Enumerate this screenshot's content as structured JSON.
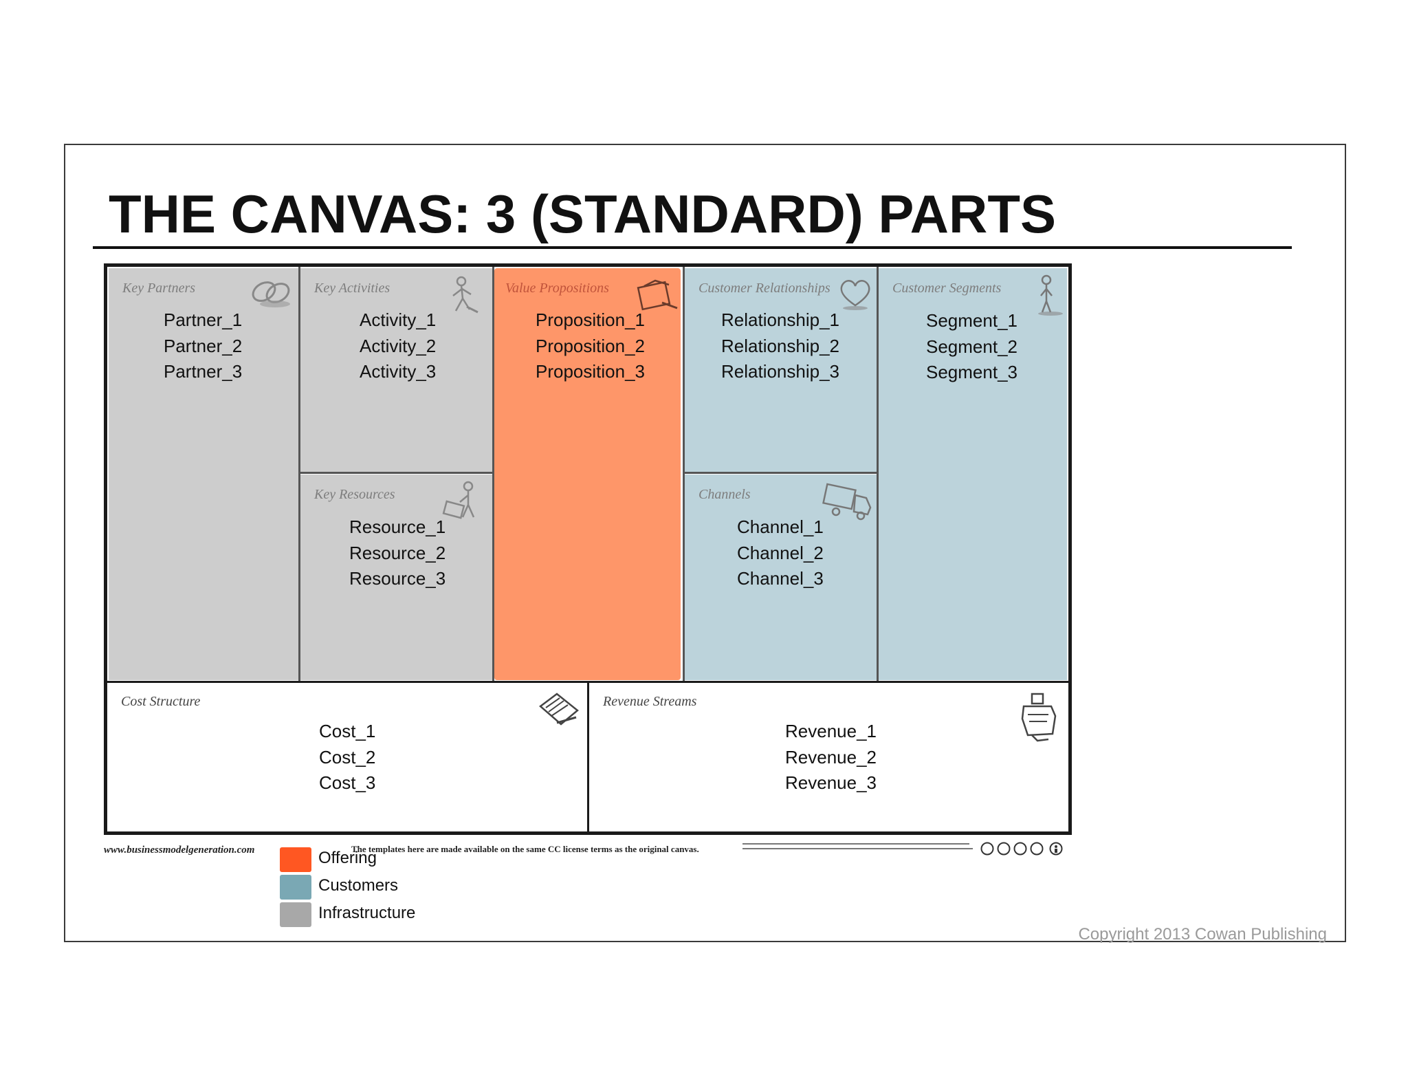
{
  "title": "THE CANVAS: 3 (STANDARD) PARTS",
  "blocks": {
    "key_partners": {
      "title": "Key Partners",
      "items": [
        "Partner_1",
        "Partner_2",
        "Partner_3"
      ]
    },
    "key_activities": {
      "title": "Key Activities",
      "items": [
        "Activity_1",
        "Activity_2",
        "Activity_3"
      ]
    },
    "key_resources": {
      "title": "Key Resources",
      "items": [
        "Resource_1",
        "Resource_2",
        "Resource_3"
      ]
    },
    "value_propositions": {
      "title": "Value Propositions",
      "items": [
        "Proposition_1",
        "Proposition_2",
        "Proposition_3"
      ]
    },
    "customer_relationships": {
      "title": "Customer Relationships",
      "items": [
        "Relationship_1",
        "Relationship_2",
        "Relationship_3"
      ]
    },
    "channels": {
      "title": "Channels",
      "items": [
        "Channel_1",
        "Channel_2",
        "Channel_3"
      ]
    },
    "customer_segments": {
      "title": "Customer Segments",
      "items": [
        "Segment_1",
        "Segment_2",
        "Segment_3"
      ]
    },
    "cost_structure": {
      "title": "Cost Structure",
      "items": [
        "Cost_1",
        "Cost_2",
        "Cost_3"
      ]
    },
    "revenue_streams": {
      "title": "Revenue Streams",
      "items": [
        "Revenue_1",
        "Revenue_2",
        "Revenue_3"
      ]
    }
  },
  "footer": {
    "url": "www.businessmodelgeneration.com",
    "terms": "The templates here are made available on the same CC license terms as the original canvas."
  },
  "legend": [
    {
      "label": "Offering",
      "color": "#ff5722"
    },
    {
      "label": "Customers",
      "color": "#7aa8b4"
    },
    {
      "label": "Infrastructure",
      "color": "#a8a8a8"
    }
  ],
  "colors": {
    "infrastructure_fill": "#cdcdcd",
    "offering_fill": "#fe9669",
    "customers_fill": "#bcd3db"
  },
  "copyright": "Copyright 2013 Cowan Publishing"
}
